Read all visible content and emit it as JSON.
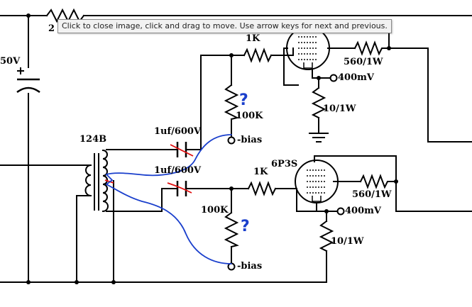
{
  "tooltip": "Click to close image, click and drag to move. Use arrow keys for next and previous.",
  "labels": {
    "top_left_resistor_partial": "2",
    "supply_voltage_partial": "50V",
    "transformer": "124B",
    "cap_upper": "1uf/600V",
    "cap_lower": "1uf/600V",
    "grid_res_top": "1K",
    "grid_res_bottom": "1K",
    "grid_leak_top": "100K",
    "grid_leak_bottom": "100K",
    "bias_top": "-bias",
    "bias_bottom": "-bias",
    "tube_bottom": "6P3S",
    "screen_res_top": "560/1W",
    "screen_res_bottom": "560/1W",
    "cathode_res_top": "10/1W",
    "cathode_res_bottom": "10/1W",
    "cathode_test_top": "400mV",
    "cathode_test_bottom": "400mV",
    "question_mark": "?"
  },
  "colors": {
    "wire": "#000000",
    "annotation_blue": "#1a3fcc",
    "annotation_red": "#e01010",
    "tooltip_bg": "#f2f2f2"
  }
}
